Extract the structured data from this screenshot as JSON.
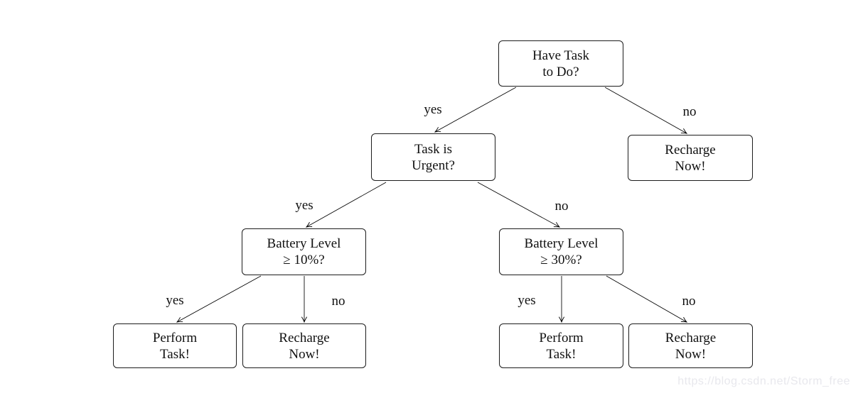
{
  "nodes": {
    "root": {
      "lines": [
        "Have Task",
        "to Do?"
      ]
    },
    "urgent": {
      "lines": [
        "Task is",
        "Urgent?"
      ]
    },
    "recharge_top": {
      "lines": [
        "Recharge",
        "Now!"
      ]
    },
    "battery10": {
      "lines": [
        "Battery Level",
        "≥ 10%?"
      ]
    },
    "battery30": {
      "lines": [
        "Battery Level",
        "≥ 30%?"
      ]
    },
    "perform_left": {
      "lines": [
        "Perform",
        "Task!"
      ]
    },
    "recharge_left": {
      "lines": [
        "Recharge",
        "Now!"
      ]
    },
    "perform_right": {
      "lines": [
        "Perform",
        "Task!"
      ]
    },
    "recharge_right": {
      "lines": [
        "Recharge",
        "Now!"
      ]
    }
  },
  "edge_labels": {
    "root_yes": "yes",
    "root_no": "no",
    "urgent_yes": "yes",
    "urgent_no": "no",
    "battery10_yes": "yes",
    "battery10_no": "no",
    "battery30_yes": "yes",
    "battery30_no": "no"
  },
  "watermark": "https://blog.csdn.net/Storm_free",
  "colors": {
    "line": "#000000",
    "node_border": "#1c1c1c",
    "text": "#111111",
    "watermark": "#e8e8ed",
    "background": "#ffffff"
  }
}
